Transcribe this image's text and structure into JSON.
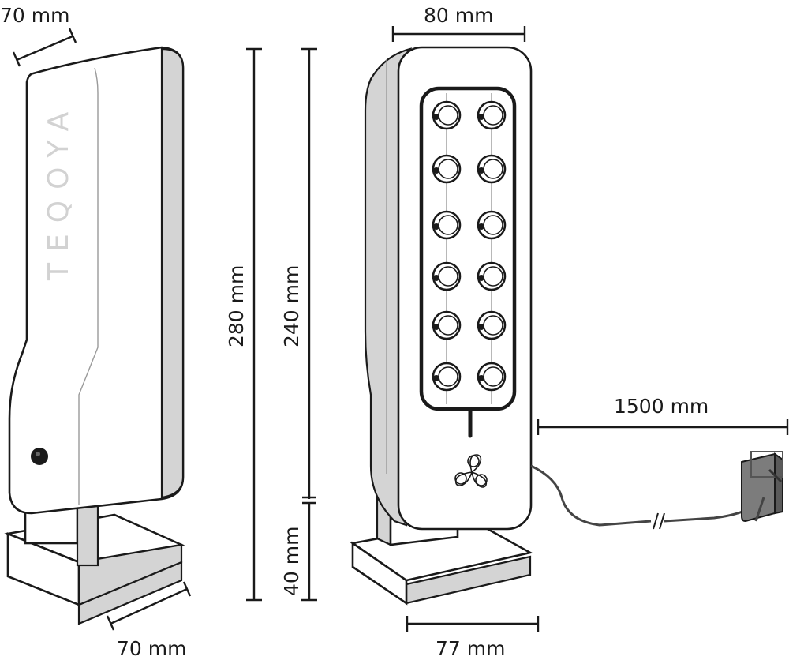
{
  "brand": "TEQOYA",
  "dimensions": {
    "left_top_depth": "70 mm",
    "left_bottom_depth": "70 mm",
    "front_width": "80 mm",
    "total_height": "280 mm",
    "body_height": "240 mm",
    "base_height": "40 mm",
    "base_width": "77 mm",
    "cable_length": "1500 mm"
  },
  "icons": {
    "power_button": "power-button-icon",
    "fan": "fan-icon",
    "emitter": "ion-emitter-icon",
    "adapter": "power-adapter-icon"
  }
}
